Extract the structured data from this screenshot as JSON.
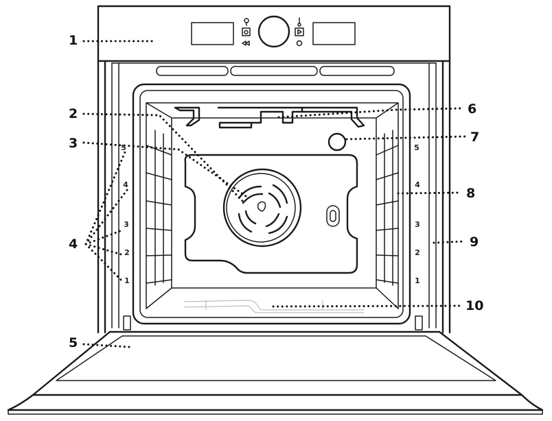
{
  "callouts": [
    {
      "id": "1",
      "label": "1"
    },
    {
      "id": "2",
      "label": "2"
    },
    {
      "id": "3",
      "label": "3"
    },
    {
      "id": "4",
      "label": "4"
    },
    {
      "id": "5",
      "label": "5"
    },
    {
      "id": "6",
      "label": "6"
    },
    {
      "id": "7",
      "label": "7"
    },
    {
      "id": "8",
      "label": "8"
    },
    {
      "id": "9",
      "label": "9"
    },
    {
      "id": "10",
      "label": "10"
    }
  ],
  "shelf_levels_left": [
    "5",
    "4",
    "3",
    "2",
    "1"
  ],
  "shelf_levels_right": [
    "5",
    "4",
    "3",
    "2",
    "1"
  ],
  "control_panel": {
    "icons_left": [
      "light-bulb-icon",
      "power-icon",
      "rewind-icon"
    ],
    "icons_right": [
      "thermometer-icon",
      "play-icon",
      "clock-icon"
    ]
  },
  "colors": {
    "line": "#1a1a1a",
    "background": "#ffffff"
  }
}
